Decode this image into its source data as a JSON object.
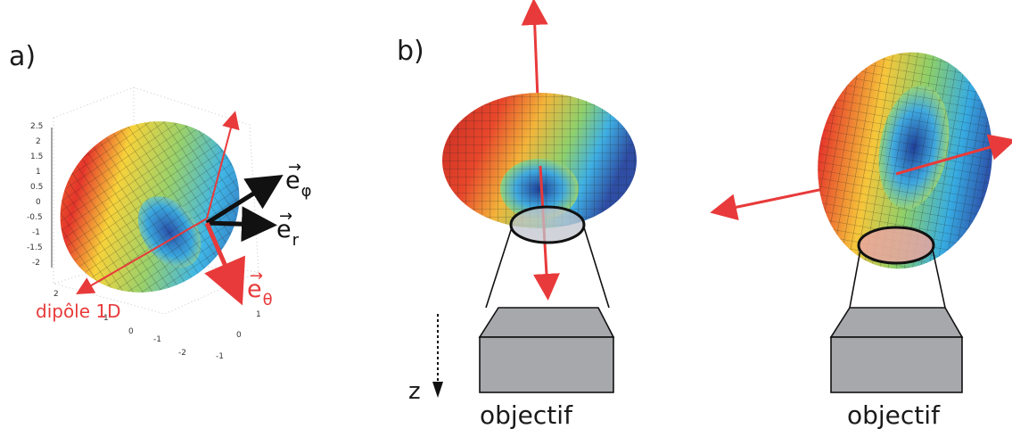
{
  "panels": {
    "a": {
      "label": "a)"
    },
    "b": {
      "label": "b)"
    }
  },
  "vectors": {
    "phi": {
      "base": "e",
      "sub": "φ"
    },
    "r": {
      "base": "e",
      "sub": "r"
    },
    "theta": {
      "base": "e",
      "sub": "θ"
    }
  },
  "dipole_label": "dipôle 1D",
  "axis_ticks": {
    "vertical": [
      "2.5",
      "2",
      "1.5",
      "1",
      "0.5",
      "0",
      "-0.5",
      "-1",
      "-1.5",
      "-2"
    ],
    "bottom_left": [
      "2",
      "1",
      "0",
      "-1",
      "-2"
    ],
    "bottom_right": [
      "1",
      "0",
      "-1"
    ]
  },
  "objective_labels": {
    "left": "objectif",
    "right": "objectif"
  },
  "z_axis_label": "z",
  "colors": {
    "arrow_red": "#e83a3a",
    "arrow_black": "#111111",
    "objective_gray": "#a7a8ac",
    "lens_tint": "#c0c4cc"
  }
}
